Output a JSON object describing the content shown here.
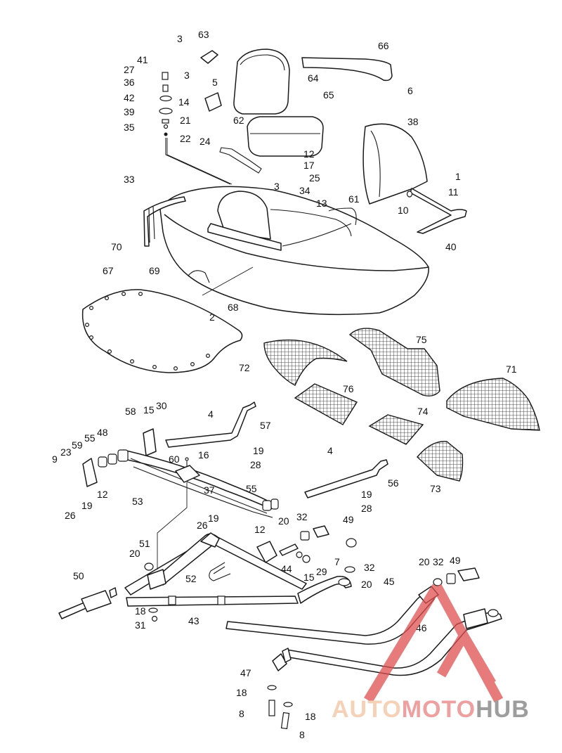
{
  "callouts": [
    {
      "n": "63"
    },
    {
      "n": "3"
    },
    {
      "n": "66"
    },
    {
      "n": "41"
    },
    {
      "n": "27"
    },
    {
      "n": "36"
    },
    {
      "n": "3"
    },
    {
      "n": "5"
    },
    {
      "n": "64"
    },
    {
      "n": "6"
    },
    {
      "n": "42"
    },
    {
      "n": "14"
    },
    {
      "n": "65"
    },
    {
      "n": "39"
    },
    {
      "n": "21"
    },
    {
      "n": "62"
    },
    {
      "n": "35"
    },
    {
      "n": "38"
    },
    {
      "n": "22"
    },
    {
      "n": "24"
    },
    {
      "n": "12"
    },
    {
      "n": "17"
    },
    {
      "n": "25"
    },
    {
      "n": "1"
    },
    {
      "n": "33"
    },
    {
      "n": "3"
    },
    {
      "n": "34"
    },
    {
      "n": "11"
    },
    {
      "n": "13"
    },
    {
      "n": "61"
    },
    {
      "n": "10"
    },
    {
      "n": "40"
    },
    {
      "n": "70"
    },
    {
      "n": "69"
    },
    {
      "n": "67"
    },
    {
      "n": "68"
    },
    {
      "n": "2"
    },
    {
      "n": "75"
    },
    {
      "n": "72"
    },
    {
      "n": "71"
    },
    {
      "n": "76"
    },
    {
      "n": "74"
    },
    {
      "n": "73"
    },
    {
      "n": "58"
    },
    {
      "n": "15"
    },
    {
      "n": "30"
    },
    {
      "n": "4"
    },
    {
      "n": "57"
    },
    {
      "n": "55"
    },
    {
      "n": "48"
    },
    {
      "n": "59"
    },
    {
      "n": "23"
    },
    {
      "n": "9"
    },
    {
      "n": "60"
    },
    {
      "n": "16"
    },
    {
      "n": "19"
    },
    {
      "n": "28"
    },
    {
      "n": "4"
    },
    {
      "n": "56"
    },
    {
      "n": "12"
    },
    {
      "n": "37"
    },
    {
      "n": "19"
    },
    {
      "n": "26"
    },
    {
      "n": "55"
    },
    {
      "n": "19"
    },
    {
      "n": "28"
    },
    {
      "n": "53"
    },
    {
      "n": "19"
    },
    {
      "n": "20"
    },
    {
      "n": "32"
    },
    {
      "n": "49"
    },
    {
      "n": "26"
    },
    {
      "n": "12"
    },
    {
      "n": "51"
    },
    {
      "n": "20"
    },
    {
      "n": "44"
    },
    {
      "n": "7"
    },
    {
      "n": "32"
    },
    {
      "n": "15"
    },
    {
      "n": "29"
    },
    {
      "n": "20"
    },
    {
      "n": "32"
    },
    {
      "n": "49"
    },
    {
      "n": "50"
    },
    {
      "n": "52"
    },
    {
      "n": "20"
    },
    {
      "n": "45"
    },
    {
      "n": "18"
    },
    {
      "n": "43"
    },
    {
      "n": "31"
    },
    {
      "n": "46"
    },
    {
      "n": "47"
    },
    {
      "n": "18"
    },
    {
      "n": "8"
    },
    {
      "n": "18"
    },
    {
      "n": "8"
    }
  ],
  "watermark": {
    "brand": "AUTOMOTOHUB",
    "part1": "AUTO",
    "part2": "MOTO",
    "part3": "HUB",
    "colors": {
      "light": "#f2c2a0",
      "mid": "#e98080",
      "dark": "#7d7d7d",
      "triangle": "#e05050"
    }
  },
  "colors": {
    "line": "#1a1a1a",
    "background": "#ffffff"
  }
}
